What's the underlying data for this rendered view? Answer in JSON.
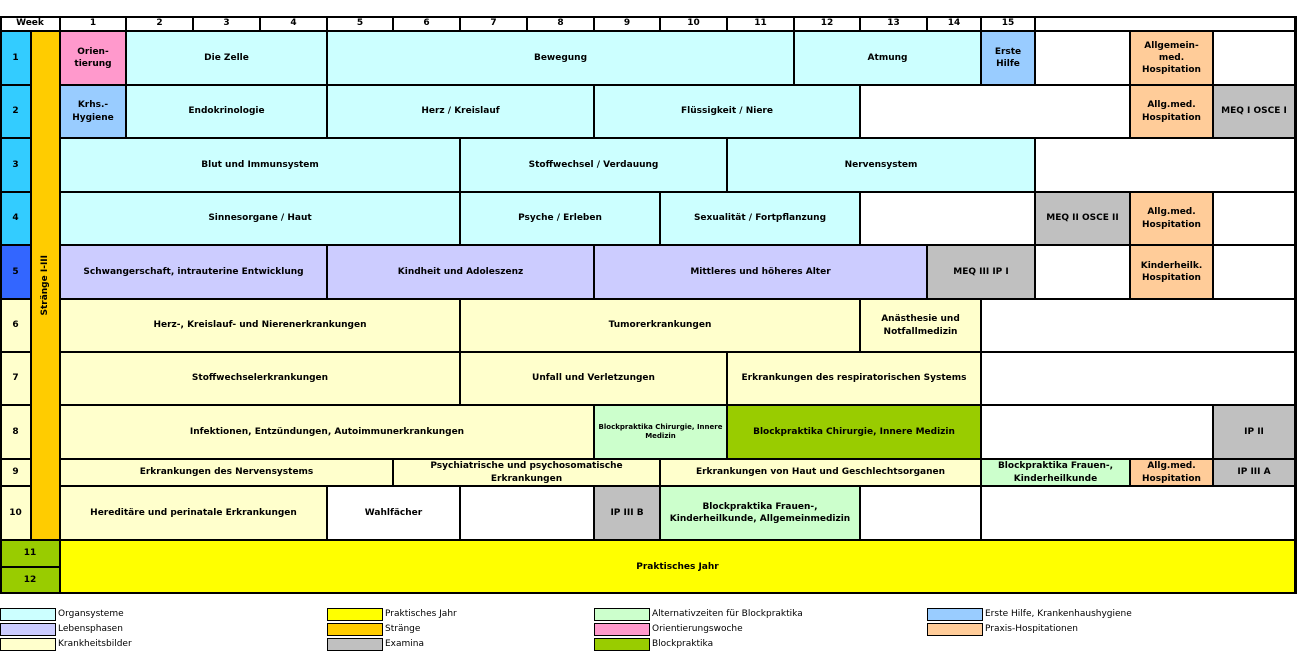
{
  "colors": {
    "organ": "#ccffff",
    "organ_row": "#33ccff",
    "leben": "#ccccff",
    "leben_row": "#3366ff",
    "krank": "#ffffcc",
    "pj": "#ffff00",
    "pj_row": "#99cc00",
    "straenge": "#ffcc00",
    "examina": "#c0c0c0",
    "alt_block": "#ccffcc",
    "block": "#99cc00",
    "orient": "#ff99cc",
    "erste_hilfe": "#99ccff",
    "praxis": "#ffcc99",
    "white": "#ffffff"
  },
  "header": {
    "week_label": "Week",
    "weeks": [
      "1",
      "2",
      "3",
      "4",
      "5",
      "6",
      "7",
      "8",
      "9",
      "10",
      "11",
      "12",
      "13",
      "14",
      "15"
    ]
  },
  "strands_label": "Stränge I-III",
  "rows": [
    "1",
    "2",
    "3",
    "4",
    "5",
    "6",
    "7",
    "8",
    "9",
    "10",
    "11",
    "12"
  ],
  "cells": {
    "r1": {
      "orientierung": "Orien-tierung",
      "zelle": "Die Zelle",
      "bewegung": "Bewegung",
      "atmung": "Atmung",
      "erste_hilfe": "Erste Hilfe",
      "hospitation": "Allgemein-med. Hospitation"
    },
    "r2": {
      "hygiene": "Krhs.-Hygiene",
      "endokrinologie": "Endokrinologie",
      "herz": "Herz / Kreislauf",
      "fluessigkeit": "Flüssigkeit / Niere",
      "hospitation": "Allg.med. Hospitation",
      "meq": "MEQ I OSCE I"
    },
    "r3": {
      "blut": "Blut und Immunsystem",
      "stoffwechsel": "Stoffwechsel / Verdauung",
      "nerven": "Nervensystem"
    },
    "r4": {
      "sinnesorgane": "Sinnesorgane / Haut",
      "psyche": "Psyche / Erleben",
      "sexualitaet": "Sexualität / Fortpflanzung",
      "meq": "MEQ II OSCE II",
      "hospitation": "Allg.med. Hospitation"
    },
    "r5": {
      "schwangerschaft": "Schwangerschaft, intrauterine Entwicklung",
      "kindheit": "Kindheit und Adoleszenz",
      "alter": "Mittleres und höheres Alter",
      "meq": "MEQ III IP I",
      "hospitation": "Kinderheilk. Hospitation"
    },
    "r6": {
      "herz": "Herz-, Kreislauf- und Nierenerkrankungen",
      "tumor": "Tumorerkrankungen",
      "anaesthesie": "Anästhesie und Notfallmedizin"
    },
    "r7": {
      "stoffwechsel": "Stoffwechselerkrankungen",
      "unfall": "Unfall und Verletzungen",
      "respiration": "Erkrankungen des respiratorischen Systems"
    },
    "r8": {
      "infektionen": "Infektionen, Entzündungen, Autoimmunerkrankungen",
      "alt_block": "Blockpraktika Chirurgie, Innere Medizin",
      "block": "Blockpraktika Chirurgie, Innere Medizin",
      "ip": "IP II"
    },
    "r9": {
      "nerven": "Erkrankungen des Nervensystems",
      "psych": "Psychiatrische und psychosomatische Erkrankungen",
      "haut": "Erkrankungen von Haut und Geschlechtsorganen",
      "alt_block": "Blockpraktika Frauen-, Kinderheilkunde",
      "hospitation": "Allg.med. Hospitation",
      "ip": "IP III A"
    },
    "r10": {
      "hereditaer": "Hereditäre und perinatale Erkrankungen",
      "wahl": "Wahlfächer",
      "ip": "IP III B",
      "block": "Blockpraktika Frauen-, Kinderheilkunde, Allgemeinmedizin"
    },
    "r11": {
      "pj": "Praktisches Jahr"
    }
  },
  "legend": [
    {
      "label": "Organsysteme",
      "color": "#ccffff"
    },
    {
      "label": "Lebensphasen",
      "color": "#ccccff"
    },
    {
      "label": "Krankheitsbilder",
      "color": "#ffffcc"
    },
    {
      "label": "Praktisches Jahr",
      "color": "#ffff00"
    },
    {
      "label": "Stränge",
      "color": "#ffcc00"
    },
    {
      "label": "Examina",
      "color": "#c0c0c0"
    },
    {
      "label": "Alternativzeiten für Blockpraktika",
      "color": "#ccffcc"
    },
    {
      "label": "Orientierungswoche",
      "color": "#ff99cc"
    },
    {
      "label": "Blockpraktika",
      "color": "#99cc00"
    },
    {
      "label": "Erste Hilfe, Krankenhaushygiene",
      "color": "#99ccff"
    },
    {
      "label": "Praxis-Hospitationen",
      "color": "#ffcc99"
    }
  ]
}
